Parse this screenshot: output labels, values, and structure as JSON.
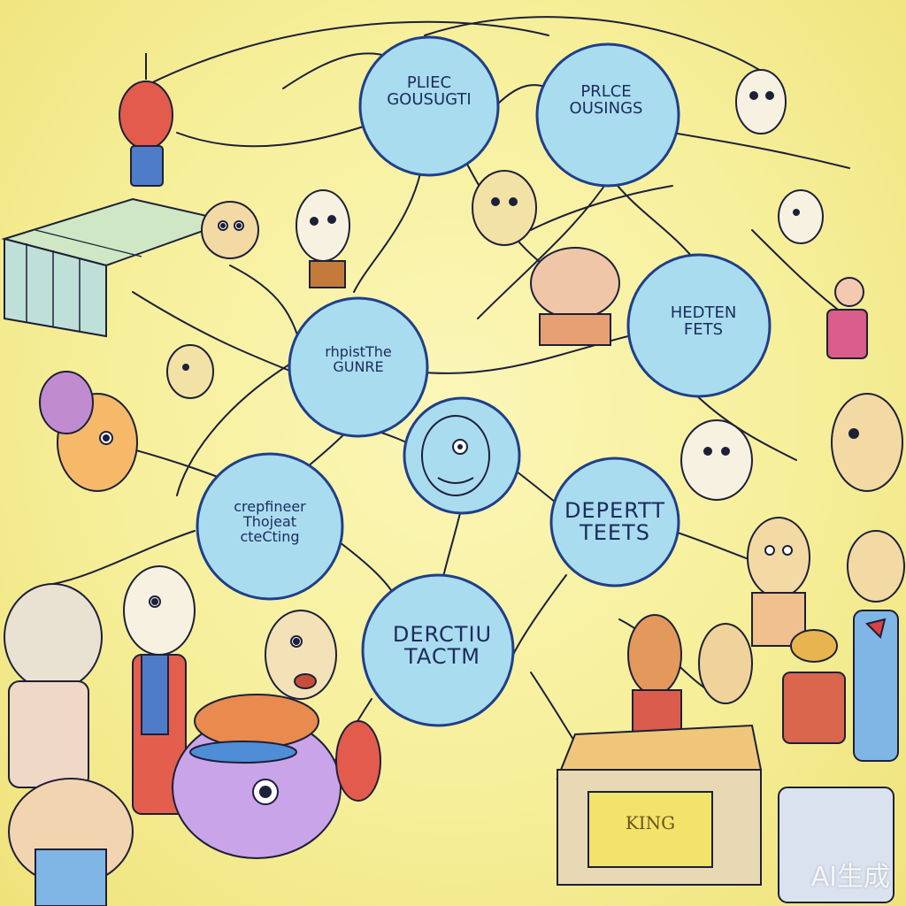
{
  "bubbles": [
    {
      "id": "b1",
      "lines": [
        "PLIEC",
        "GOUSUGTI"
      ]
    },
    {
      "id": "b2",
      "lines": [
        "PRLCE",
        "OUSINGS"
      ]
    },
    {
      "id": "b3",
      "lines": [
        "HEDTEN",
        "FETS"
      ]
    },
    {
      "id": "b4",
      "lines": [
        "rhpistThe",
        "GUNRE"
      ]
    },
    {
      "id": "b6",
      "lines": [
        "crepfineer",
        "Thojeat",
        "cteCting"
      ]
    },
    {
      "id": "b7",
      "lines": [
        "DEPERTT",
        "TEETS"
      ]
    },
    {
      "id": "b8",
      "lines": [
        "DERCTIU",
        "TACTM"
      ]
    }
  ],
  "sign": {
    "text": "KING"
  },
  "watermark": {
    "text": "AI生成"
  },
  "colors": {
    "bubble_fill": "#a9dcef",
    "bubble_stroke": "#1f3f8a",
    "ink": "#1c2038",
    "background": "#f6ef9a"
  }
}
